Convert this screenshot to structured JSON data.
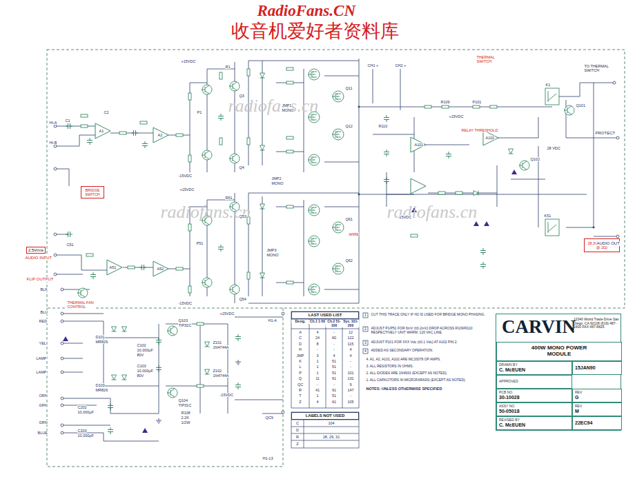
{
  "diagram": {
    "nodes": [
      {
        "text": [
          "2.5Vrms"
        ]
      },
      {
        "text": [
          "BRIDGE SWITCH"
        ]
      },
      {
        "text": [
          "28.3Vrms (400W @ 2Ω)"
        ]
      },
      {
        "text": [
          "CARVIN",
          "12340 World Trade Drive San Diego, CA 92128 (619) 487-1600 FAX 487-8825"
        ]
      },
      {
        "text": [
          "400W MONO POWER MODULE"
        ],
        "in": 3
      },
      {
        "text": [
          "DRAWN BY",
          "C. McEUEN"
        ],
        "in": 3
      },
      {
        "text": [
          "15JAN90"
        ],
        "in": 3
      },
      {
        "text": [
          "APPROVED"
        ],
        "in": 3
      },
      {
        "text": [
          "PCB NO.",
          "30-10028"
        ],
        "in": 3
      },
      {
        "text": [
          "REV",
          "G"
        ],
        "in": 3
      },
      {
        "text": [
          "ASSY NO.",
          "50-05018"
        ],
        "in": 3
      },
      {
        "text": [
          "REV",
          "M"
        ],
        "in": 3
      },
      {
        "text": [
          "REVISED BY",
          "C. McEUEN"
        ],
        "in": 3
      },
      {
        "text": [
          "22EC94"
        ],
        "in": 3
      },
      {
        "text": [
          "LAST USED LIST"
        ]
      },
      {
        "text": [
          "LABELS NOT USED"
        ]
      }
    ],
    "labels": [
      "RadioFans.CN",
      "收音机爱好者资料库",
      "radiofans.cn",
      "radiofans.cn",
      "radiofans.cn",
      "AUDIO INPUT",
      "FLIP OUTPUT",
      "THERMAL FAN CONTROL",
      "THERMAL SWITCH",
      "TO THERMAL SWITCH",
      "PROTECT",
      "AUDIO OUT",
      "RELAY THRESHOLD",
      "28 VDC",
      "HI-A",
      "HI-B",
      "BLK",
      "BLU",
      "RED",
      "YEL",
      "LAMP",
      "LAMP",
      "ORN",
      "GRN",
      "GRN",
      "BLUE",
      "A1",
      "A2",
      "A51",
      "A52",
      "A101",
      "A102",
      "K1",
      "K51",
      "P1",
      "P51",
      "P101",
      "R109",
      "R110",
      "Q11",
      "Q12",
      "Q61",
      "Q62",
      "Q101",
      "Q102",
      "Q103",
      "TIP32C",
      "Q104",
      "TIP31C",
      "+15VDC",
      "-15VDC",
      "+15VDC",
      "-15VDC",
      "+15VDC",
      "-15VDC",
      "+15VDC",
      "-15VDC",
      "D101",
      "MR826",
      "D103",
      "MR826",
      "C102",
      "10,000µF",
      "80V",
      "C103",
      "10,000µF",
      "80V",
      "Z101",
      "1N4744A",
      "Z102",
      "1N4744A",
      "R108",
      "2.2K",
      "1/2W",
      "C202",
      "10,000µF",
      "C203",
      "10,000µF",
      "H1-A",
      "H1-13",
      "QC9",
      "JMP1",
      "MONO",
      "JMP2",
      "MONO",
      "JMP3",
      "MONO",
      "WIRE",
      "C1",
      "C2",
      "C51",
      "Q3",
      "Q4",
      "Q53",
      "Q54",
      "CH1 +",
      "CH2 +",
      "R1",
      "R51",
      "Desig.",
      "Ch.1 1-50",
      "Ch.2 51-100",
      "Sys. 101-200",
      "A",
      "4",
      "-",
      "12",
      "C",
      "24",
      "60",
      "122",
      "D",
      "8",
      "-",
      "115",
      "H",
      "-",
      "-",
      "4",
      "JMP",
      "3",
      "4",
      "4",
      "K",
      "1",
      "51",
      "-",
      "L",
      "1",
      "51",
      "-",
      "P",
      "1",
      "51",
      "101",
      "Q",
      "11",
      "61",
      "131",
      "QC",
      "-",
      "-",
      "9",
      "R",
      "41",
      "91",
      "147",
      "T",
      "1",
      "51",
      "-",
      "Z",
      "4",
      "61",
      "105",
      "C",
      "104",
      "D",
      "R",
      "28, 29, 31",
      "Z",
      "1",
      "CUT THIS TRACE ONLY IF H2 IS USED FOR BRIDGE MONO PHASING.",
      "2",
      "ADJUST P1/P51 FOR 6mV (±0.2mV) DROP ACROSS R109/R110 RESPECTIVELY UNIT WARM, 120 VAC LINE.",
      "3",
      "ADJUST P101 FOR XXX Vdc (±0.1 Vdc) AT A102 PIN 2.",
      "4",
      "ADDED AS SECONDARY OPERATION.",
      "4. A1, A2, A101, A102 ARE MC33078 OP AMPS.",
      "3. ALL RESISTORS IN OHMS.",
      "2. ALL DIODES ARE 1N4933 (EXCEPT AS NOTED).",
      "1. ALL CAPACITORS IN MICROFARADS (EXCEPT AS NOTED).",
      "NOTES: UNLESS OTHERWISE SPECIFIED"
    ]
  }
}
